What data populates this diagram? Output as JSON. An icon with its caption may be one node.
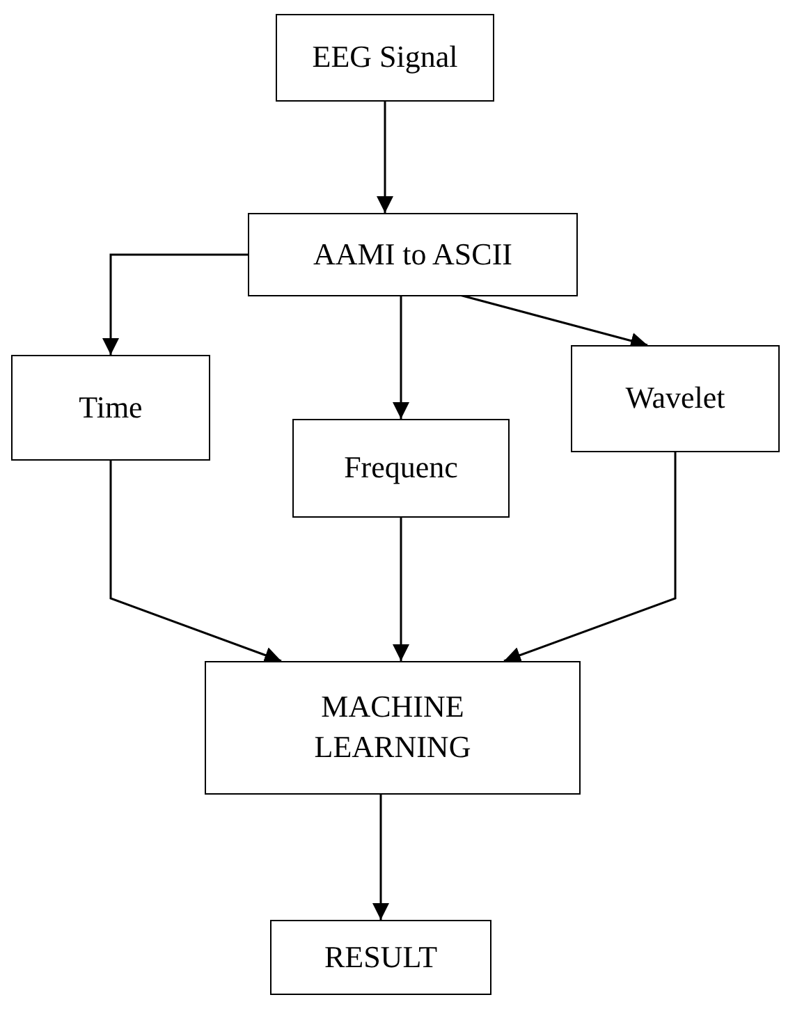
{
  "diagram": {
    "nodes": [
      {
        "text": [
          "EEG Signal"
        ]
      },
      {
        "text": [
          "AAMI to ASCII"
        ]
      },
      {
        "text": [
          "Time"
        ]
      },
      {
        "text": [
          "Frequenc"
        ]
      },
      {
        "text": [
          "Wavelet"
        ]
      },
      {
        "text": [
          "MACHINE LEARNING"
        ]
      },
      {
        "text": [
          "RESULT"
        ]
      }
    ],
    "edges": [
      {
        "from": 0,
        "to": 1,
        "arrow": "to"
      },
      {
        "from": 1,
        "to": 2,
        "arrow": "to"
      },
      {
        "from": 1,
        "to": 3,
        "arrow": "to"
      },
      {
        "from": 1,
        "to": 4,
        "arrow": "to"
      },
      {
        "from": 2,
        "to": 5,
        "arrow": "to"
      },
      {
        "from": 3,
        "to": 5,
        "arrow": "to"
      },
      {
        "from": 4,
        "to": 5,
        "arrow": "to"
      },
      {
        "from": 5,
        "to": 6,
        "arrow": "to"
      }
    ]
  }
}
